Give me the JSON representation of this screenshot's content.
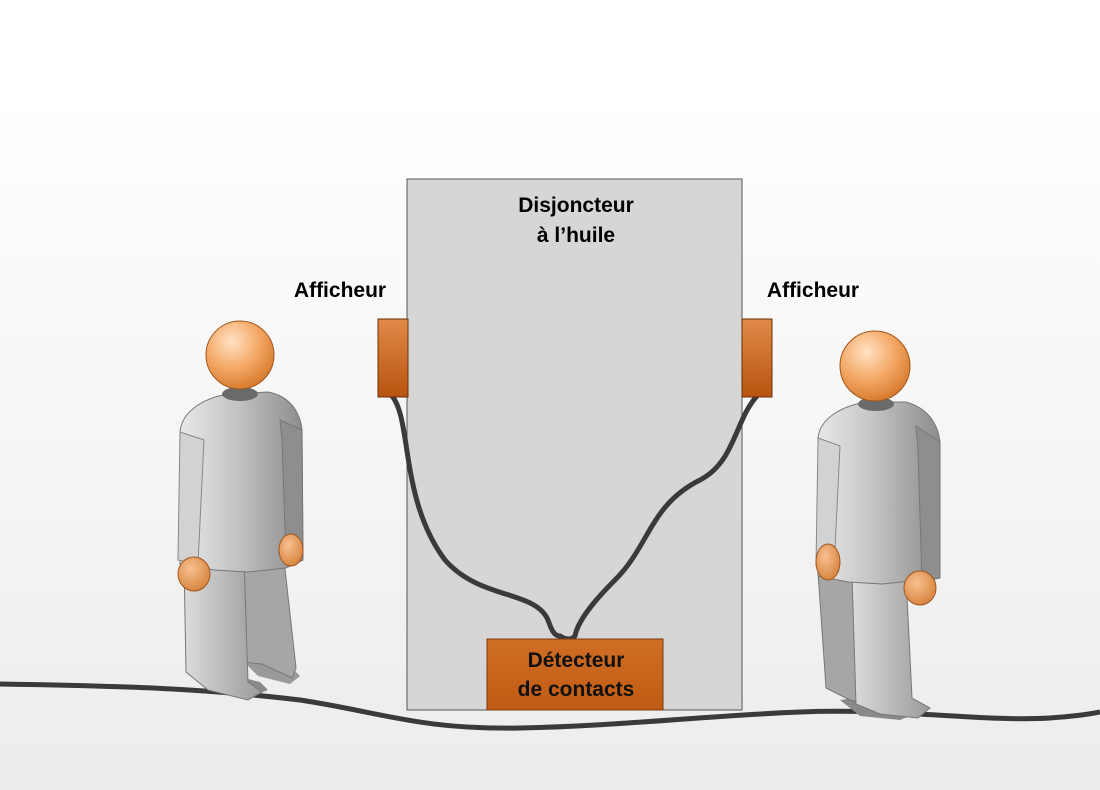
{
  "breaker": {
    "title_line1": "Disjoncteur",
    "title_line2": "à l’huile"
  },
  "display_left": {
    "label": "Afficheur"
  },
  "display_right": {
    "label": "Afficheur"
  },
  "detector": {
    "label_line1": "Détecteur",
    "label_line2": "de contacts"
  },
  "colors": {
    "breaker_fill": "#d6d6d6",
    "breaker_border": "#555555",
    "device_orange": "#c8601a",
    "cable": "#3a3a3a",
    "person_body": "#b4b4b4",
    "person_head": "#f0a060"
  }
}
